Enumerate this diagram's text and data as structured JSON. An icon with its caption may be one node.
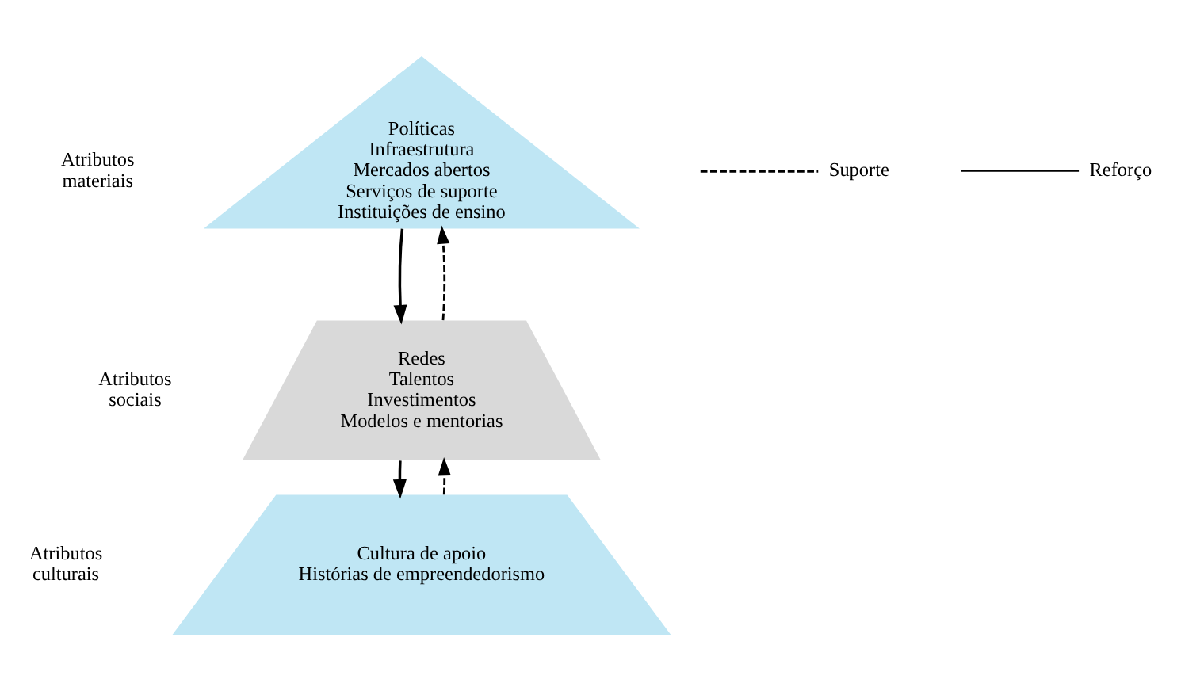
{
  "diagram": {
    "nodes": [
      {
        "text": [
          "Políticas",
          "Infraestrutura",
          "Mercados abertos",
          "Serviços de suporte",
          "Instituições de ensino"
        ]
      },
      {
        "text": [
          "Redes",
          "Talentos",
          "Investimentos",
          "Modelos e mentorias"
        ]
      },
      {
        "text": [
          "Cultura de apoio",
          "Histórias de empreendedorismo"
        ]
      }
    ],
    "edges": [
      {
        "from": 0,
        "to": 1,
        "arrow": "to"
      },
      {
        "from": 1,
        "to": 0,
        "arrow": "to",
        "style": "dashed"
      },
      {
        "from": 1,
        "to": 2,
        "arrow": "to"
      },
      {
        "from": 2,
        "to": 1,
        "arrow": "to",
        "style": "dashed"
      }
    ],
    "labels": [
      "Atributos materiais",
      "Atributos sociais",
      "Atributos culturais"
    ],
    "legend": [
      {
        "text": "Suporte"
      },
      {
        "text": "Reforço"
      }
    ]
  }
}
